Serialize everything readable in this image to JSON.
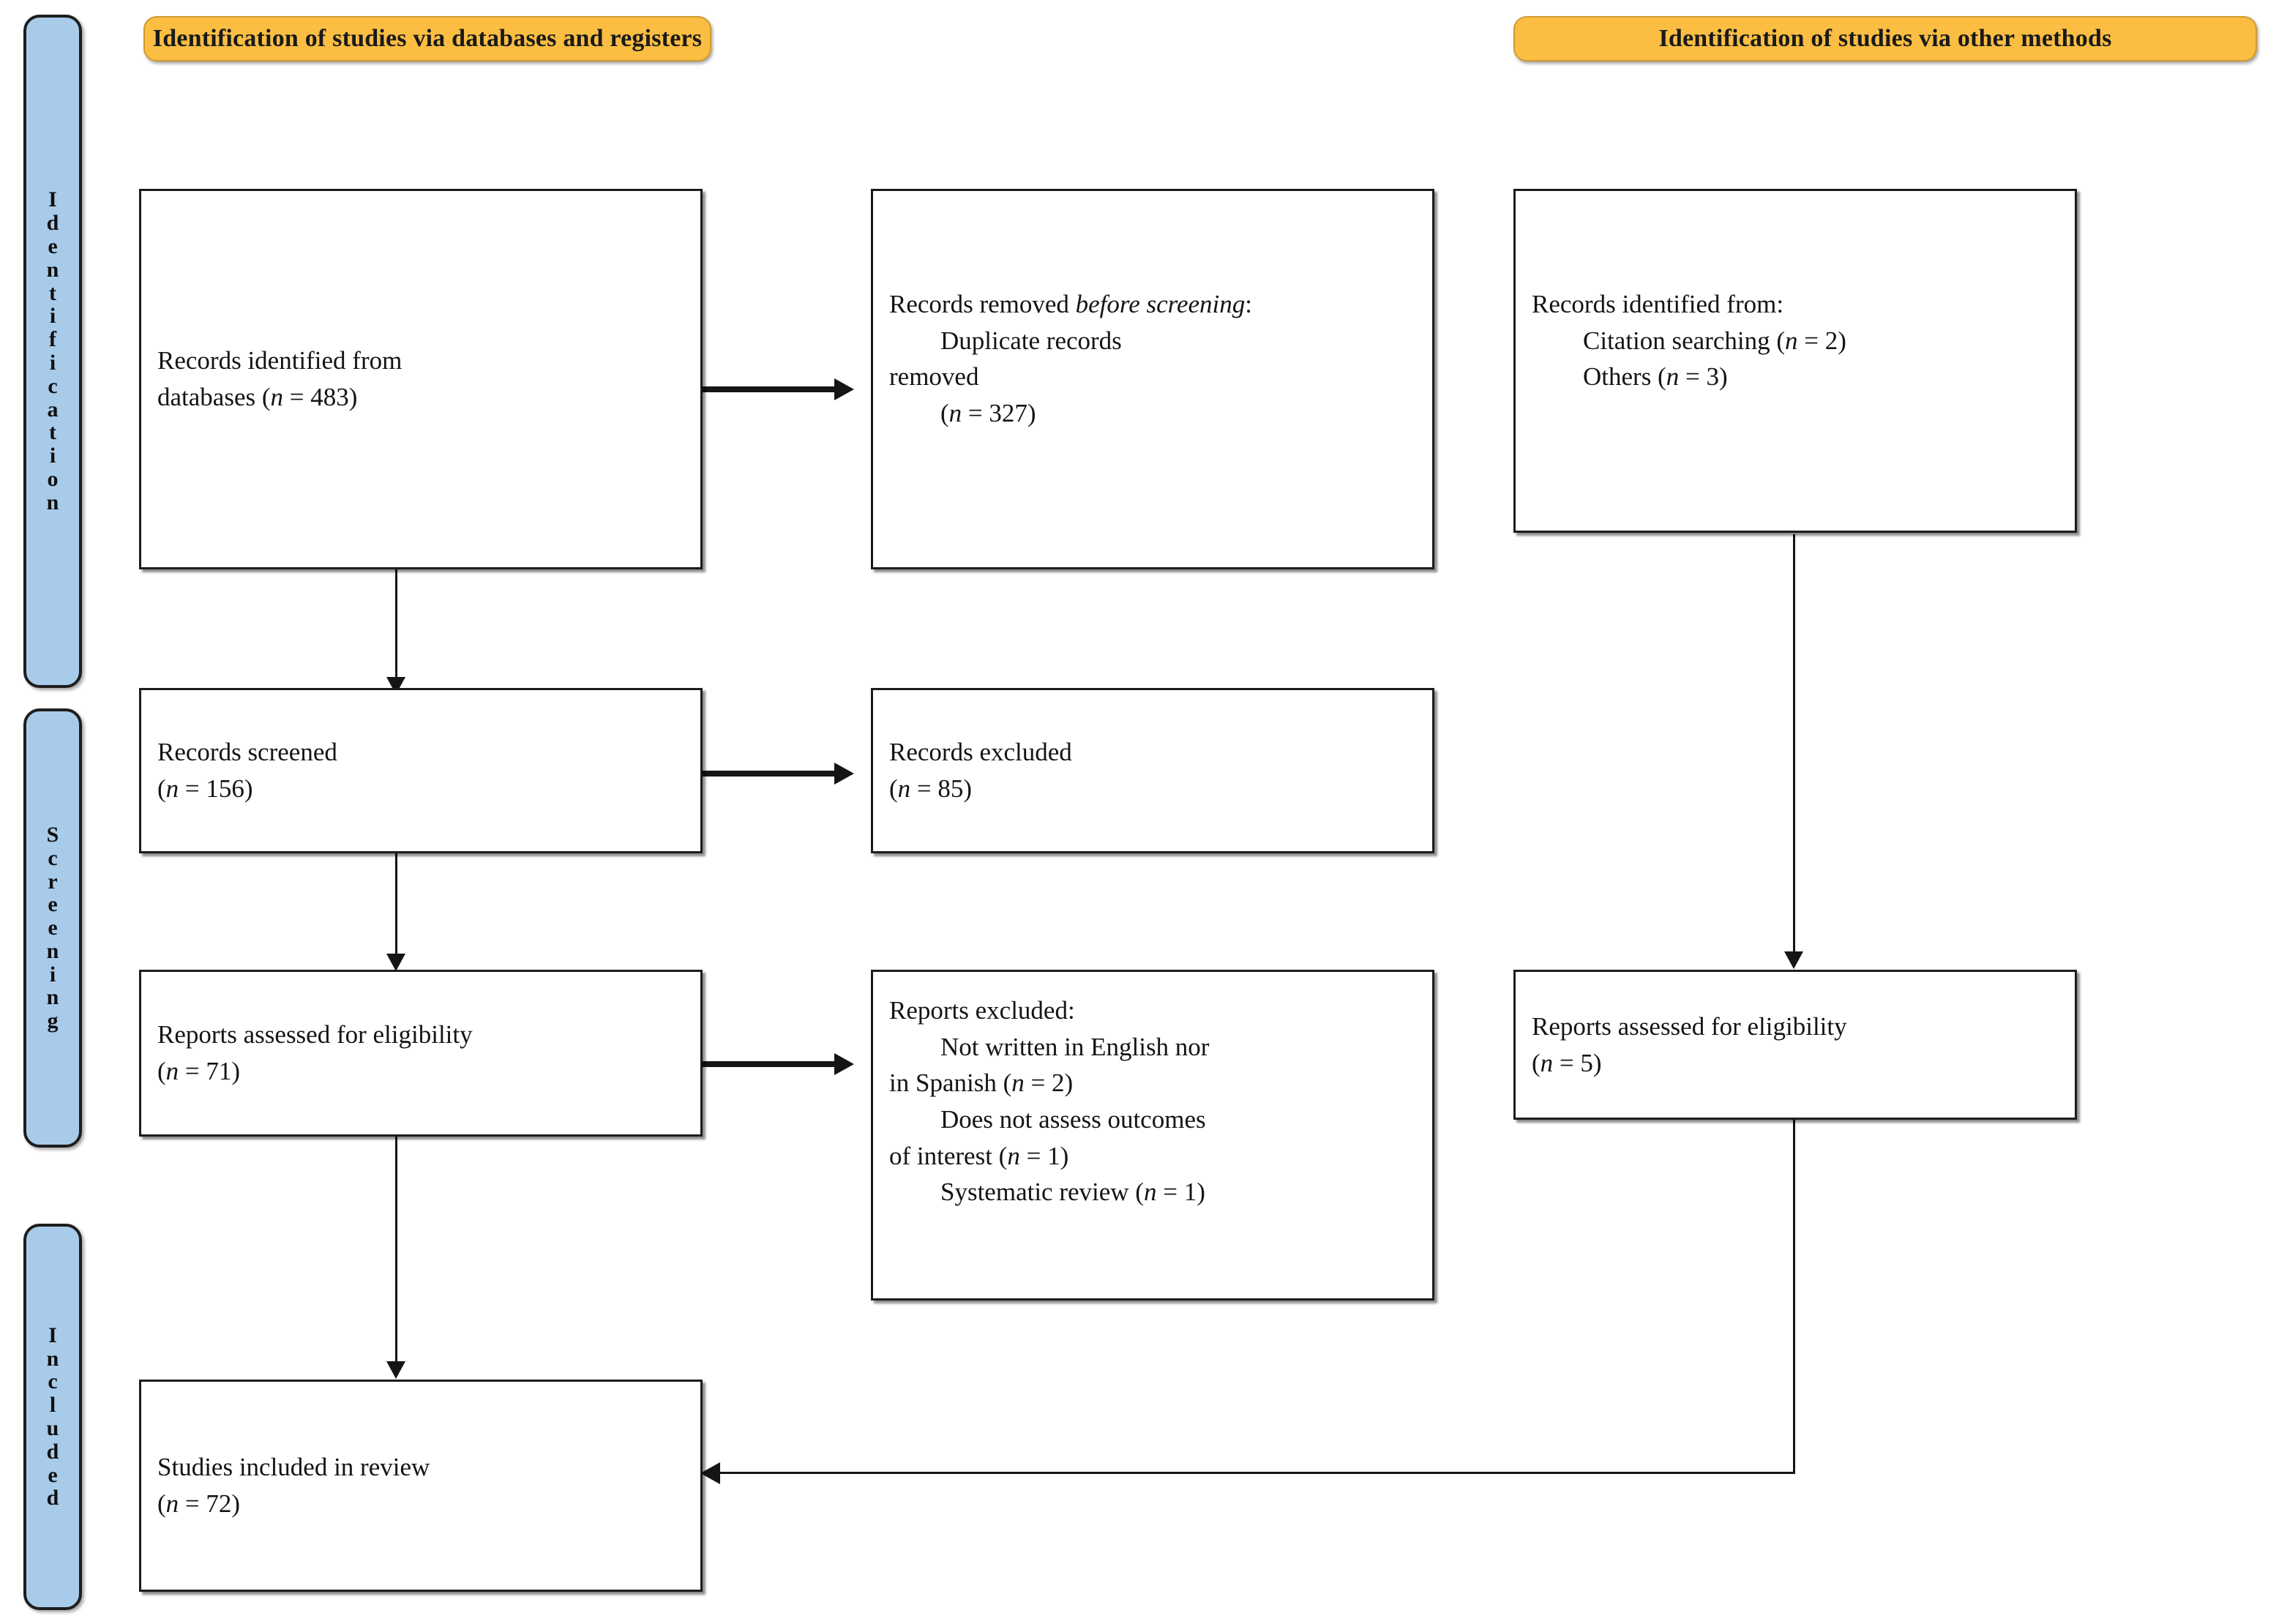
{
  "diagram": {
    "type": "prisma-flow-diagram",
    "title_left_banner": "Identification of studies via databases and registers",
    "title_right_banner": "Identification of studies via other methods",
    "colors": {
      "banner_fill": "#fbbe42",
      "phase_fill": "#a8cbea",
      "box_border": "#1c1c1c",
      "line": "#151515",
      "text": "#141414"
    }
  },
  "phases": [
    {
      "name": "identification",
      "label": "Identification",
      "letters": [
        "I",
        "d",
        "e",
        "n",
        "t",
        "i",
        "f",
        "i",
        "c",
        "a",
        "t",
        "i",
        "o",
        "n"
      ]
    },
    {
      "name": "screening",
      "label": "Screening",
      "letters": [
        "S",
        "c",
        "r",
        "e",
        "e",
        "n",
        "i",
        "n",
        "g"
      ]
    },
    {
      "name": "included",
      "label": "Included",
      "letters": [
        "I",
        "n",
        "c",
        "l",
        "u",
        "d",
        "e",
        "d"
      ]
    }
  ],
  "boxes": {
    "records_identified_databases": {
      "lines": [
        {
          "text": "Records identified from",
          "indent": 0
        },
        {
          "text": "databases (n = 483)",
          "indent": 0
        }
      ],
      "n": 483,
      "plain": "Records identified from databases (n = 483)"
    },
    "records_removed_before_screening": {
      "lines": [
        {
          "text": "Records removed before screening:",
          "indent": 0
        },
        {
          "text": "Duplicate records",
          "indent": 1
        },
        {
          "text": "removed",
          "indent": 0
        },
        {
          "text": "(n = 327)",
          "indent": 1
        }
      ],
      "n": 327,
      "plain": "Records removed before screening: Duplicate records removed (n = 327)"
    },
    "records_identified_other": {
      "lines": [
        {
          "text": "Records identified from:",
          "indent": 0
        },
        {
          "text": "Citation searching (n = 2)",
          "indent": 1
        },
        {
          "text": "Others (n = 3)",
          "indent": 1
        }
      ],
      "citation_searching_n": 2,
      "others_n": 3,
      "plain": "Records identified from: Citation searching (n = 2) Others (n = 3)"
    },
    "records_screened": {
      "lines": [
        {
          "text": "Records screened",
          "indent": 0
        },
        {
          "text": "(n = 156)",
          "indent": 0
        }
      ],
      "n": 156,
      "plain": "Records screened (n = 156)"
    },
    "records_excluded": {
      "lines": [
        {
          "text": "Records excluded",
          "indent": 0
        },
        {
          "text": "(n = 85)",
          "indent": 0
        }
      ],
      "n": 85,
      "plain": "Records excluded (n = 85)"
    },
    "reports_assessed_left": {
      "lines": [
        {
          "text": "Reports assessed for eligibility",
          "indent": 0
        },
        {
          "text": "(n = 71)",
          "indent": 0
        }
      ],
      "n": 71,
      "plain": "Reports assessed for eligibility (n = 71)"
    },
    "reports_excluded": {
      "lines": [
        {
          "text": "Reports excluded:",
          "indent": 0
        },
        {
          "text": "Not written in English nor",
          "indent": 1
        },
        {
          "text": "in Spanish (n = 2)",
          "indent": 0
        },
        {
          "text": "Does not assess outcomes",
          "indent": 1
        },
        {
          "text": "of interest (n = 1)",
          "indent": 0
        },
        {
          "text": "Systematic review (n = 1)",
          "indent": 1
        }
      ],
      "reasons": [
        {
          "reason": "Not written in English nor in Spanish",
          "n": 2
        },
        {
          "reason": "Does not assess outcomes of interest",
          "n": 1
        },
        {
          "reason": "Systematic review",
          "n": 1
        }
      ],
      "plain": "Reports excluded: Not written in English nor in Spanish (n = 2) Does not assess outcomes of interest (n = 1) Systematic review (n = 1)"
    },
    "reports_assessed_right": {
      "lines": [
        {
          "text": "Reports assessed for eligibility",
          "indent": 0
        },
        {
          "text": "(n = 5)",
          "indent": 0
        }
      ],
      "n": 5,
      "plain": "Reports assessed for eligibility (n = 5)"
    },
    "studies_included": {
      "lines": [
        {
          "text": "Studies included in review",
          "indent": 0
        },
        {
          "text": "(n = 72)",
          "indent": 0
        }
      ],
      "n": 72,
      "plain": "Studies included in review (n = 72)"
    }
  },
  "connectors": [
    {
      "name": "databases-to-removed",
      "from": "records_identified_databases",
      "to": "records_removed_before_screening",
      "direction": "right"
    },
    {
      "name": "databases-to-screened",
      "from": "records_identified_databases",
      "to": "records_screened",
      "direction": "down"
    },
    {
      "name": "screened-to-excluded",
      "from": "records_screened",
      "to": "records_excluded",
      "direction": "right"
    },
    {
      "name": "screened-to-assessed",
      "from": "records_screened",
      "to": "reports_assessed_left",
      "direction": "down"
    },
    {
      "name": "assessed-to-excluded",
      "from": "reports_assessed_left",
      "to": "reports_excluded",
      "direction": "right"
    },
    {
      "name": "assessed-to-included",
      "from": "reports_assessed_left",
      "to": "studies_included",
      "direction": "down"
    },
    {
      "name": "other-identified-to-assessed",
      "from": "records_identified_other",
      "to": "reports_assessed_right",
      "direction": "down"
    },
    {
      "name": "assessed-right-to-included",
      "from": "reports_assessed_right",
      "to": "studies_included",
      "direction": "elbow-left"
    }
  ]
}
